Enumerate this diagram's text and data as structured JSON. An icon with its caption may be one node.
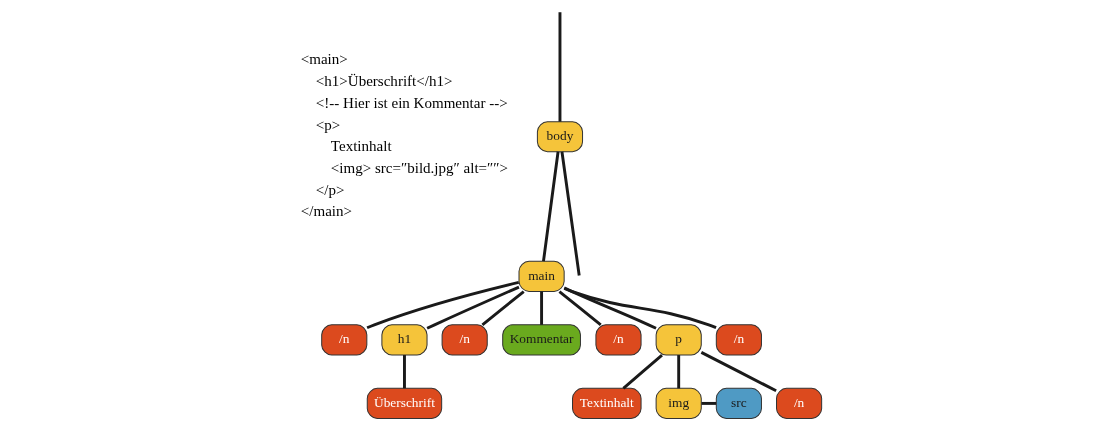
{
  "diagram": {
    "nodes": [
      {
        "text": [
          "body"
        ]
      },
      {
        "text": [
          "main"
        ]
      },
      {
        "text": [
          "/n"
        ]
      },
      {
        "text": [
          "h1"
        ]
      },
      {
        "text": [
          "/n"
        ]
      },
      {
        "text": [
          "Kommentar"
        ]
      },
      {
        "text": [
          "/n"
        ]
      },
      {
        "text": [
          "Überschrift"
        ]
      },
      {
        "text": [
          "p"
        ]
      },
      {
        "text": [
          "/n"
        ]
      },
      {
        "text": [
          "Textinhalt"
        ]
      },
      {
        "text": [
          "img"
        ]
      },
      {
        "text": [
          "src"
        ]
      },
      {
        "text": [
          "/n"
        ]
      }
    ],
    "edges": [
      {
        "from": null,
        "to": 0,
        "arrow": "none"
      },
      {
        "from": 0,
        "to": null,
        "arrow": "none"
      },
      {
        "from": 0,
        "to": 1,
        "arrow": "none"
      },
      {
        "from": 1,
        "to": 2,
        "arrow": "none"
      },
      {
        "from": 1,
        "to": 3,
        "arrow": "none"
      },
      {
        "from": 1,
        "to": 4,
        "arrow": "none"
      },
      {
        "from": 1,
        "to": 8,
        "arrow": "none"
      },
      {
        "from": 1,
        "to": 9,
        "arrow": "none"
      },
      {
        "from": 1,
        "to": 5,
        "arrow": "none"
      },
      {
        "from": 1,
        "to": 6,
        "arrow": "none"
      },
      {
        "from": 3,
        "to": 7,
        "arrow": "none"
      },
      {
        "from": 8,
        "to": 10,
        "arrow": "none"
      },
      {
        "from": 8,
        "to": 11,
        "arrow": "none"
      },
      {
        "from": 11,
        "to": 12,
        "arrow": "none"
      },
      {
        "from": 8,
        "to": 13,
        "arrow": "none"
      }
    ],
    "labels": [
      "<main>",
      "<h1>Überschrift</h1>",
      "<!-- Hier ist ein Kommentar -->",
      "<p>",
      "Textinhalt",
      "<img> src=″bild.jpg″ alt=″″>",
      "</p>",
      "</main>"
    ]
  }
}
